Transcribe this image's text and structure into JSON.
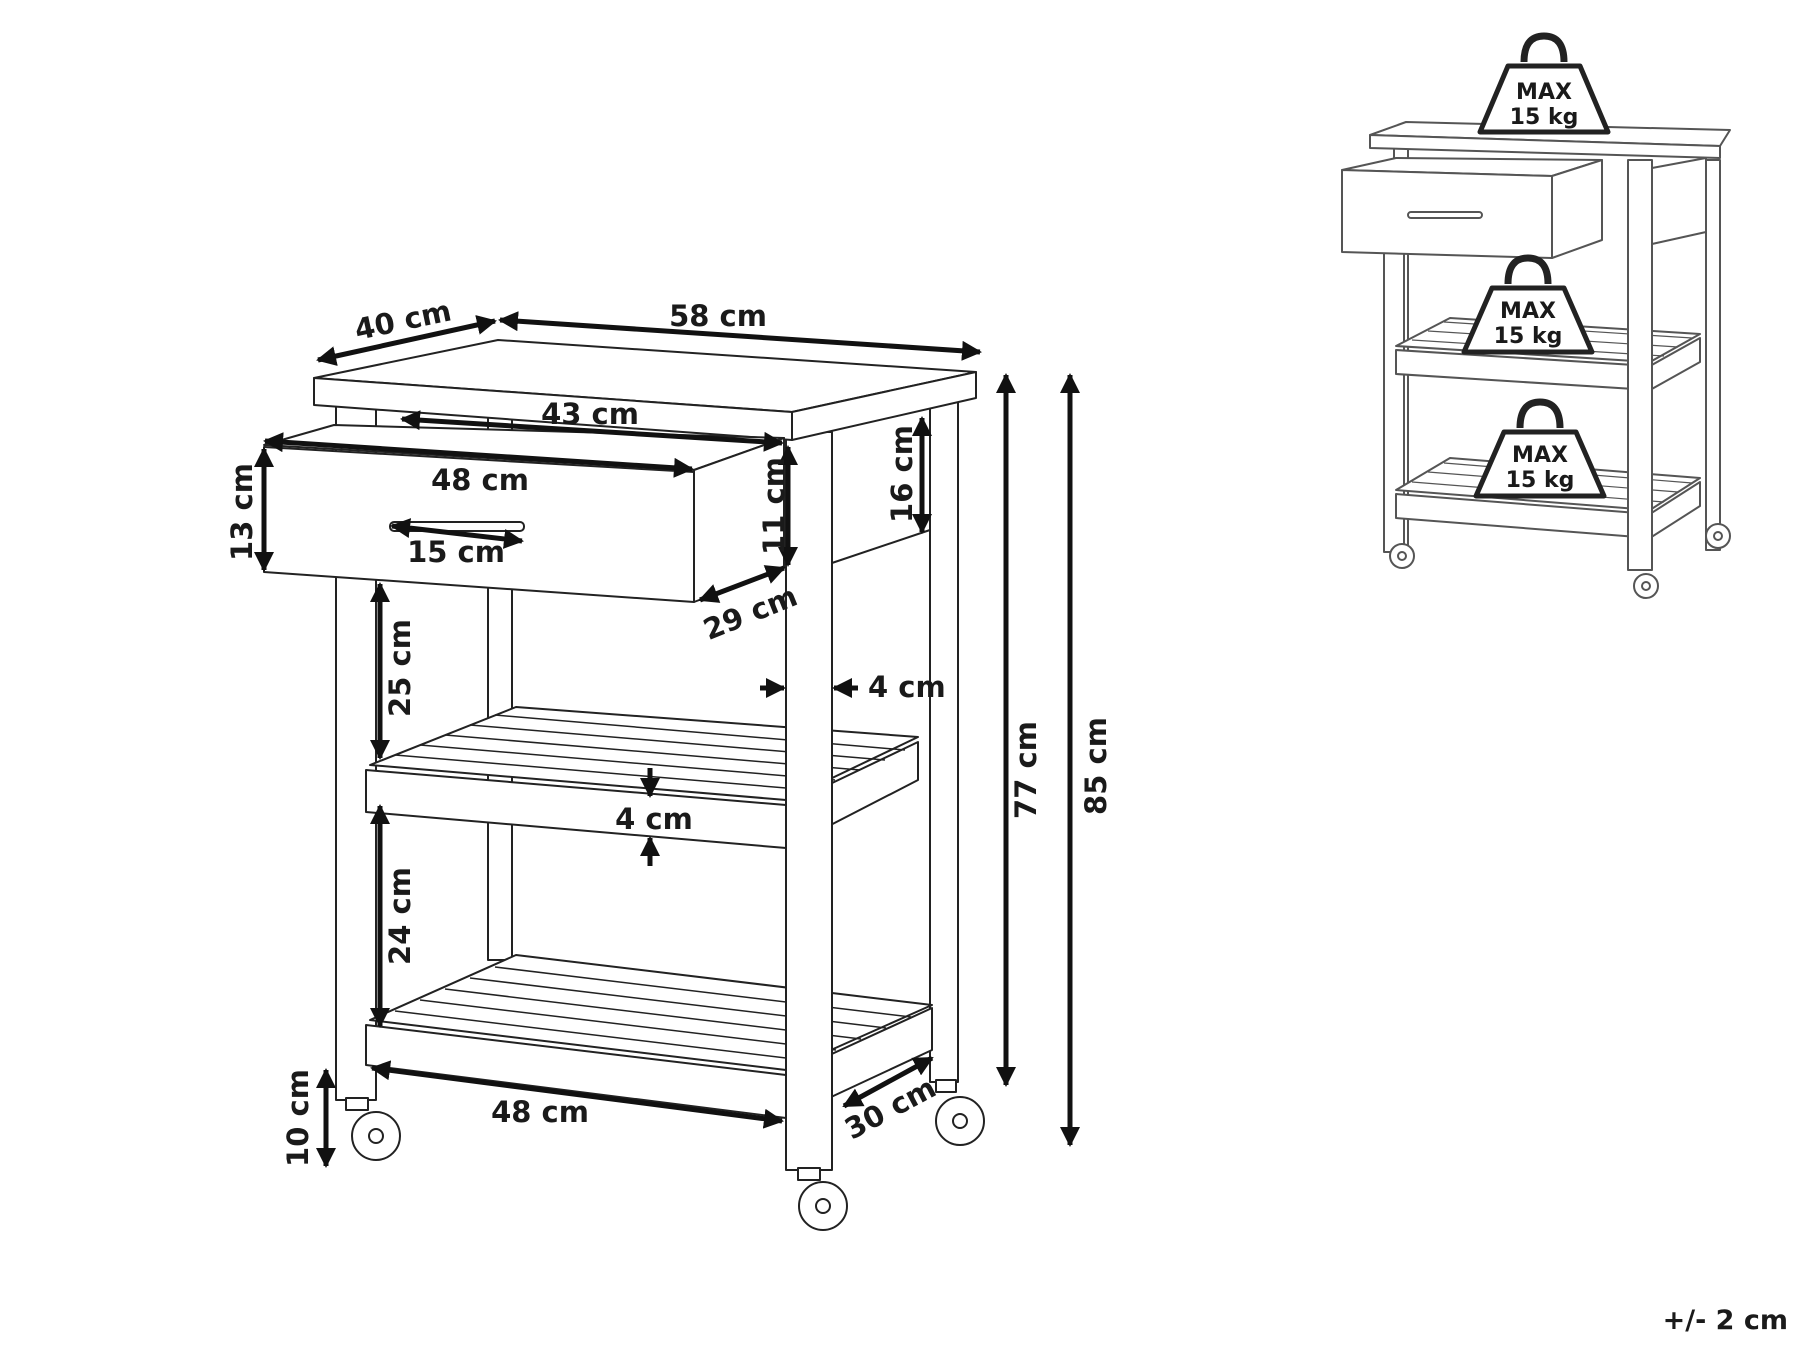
{
  "dimensions": {
    "top_depth": "40 cm",
    "top_width": "58 cm",
    "drawer_inner_width": "43 cm",
    "drawer_front_width": "48 cm",
    "drawer_front_height": "13 cm",
    "handle_width": "15 cm",
    "drawer_inner_height": "11 cm",
    "drawer_depth": "29 cm",
    "frame_height": "16 cm",
    "gap_upper": "25 cm",
    "leg_thickness": "4 cm",
    "shelf_thickness": "4 cm",
    "gap_lower": "24 cm",
    "wheel_height": "10 cm",
    "shelf_width": "48 cm",
    "shelf_depth": "30 cm",
    "body_height": "77 cm",
    "total_height": "85 cm"
  },
  "weights": [
    {
      "line1": "MAX",
      "line2": "15 kg"
    },
    {
      "line1": "MAX",
      "line2": "15 kg"
    },
    {
      "line1": "MAX",
      "line2": "15 kg"
    }
  ],
  "tolerance": "+/- 2 cm"
}
